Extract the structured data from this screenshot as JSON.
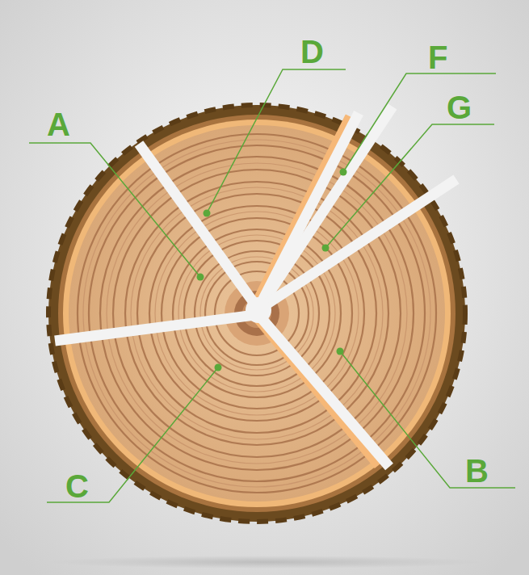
{
  "diagram": {
    "labels": [
      "D",
      "F",
      "G",
      "A",
      "B",
      "C"
    ]
  }
}
